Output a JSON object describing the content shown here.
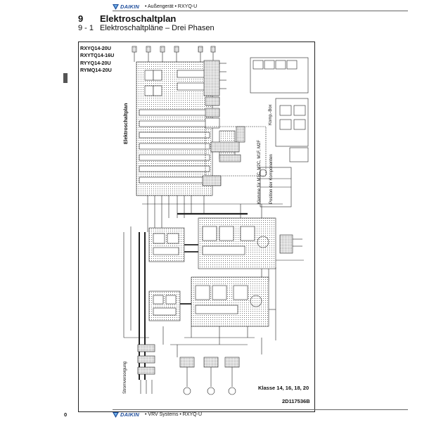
{
  "header": {
    "brand": "DAIKIN",
    "text": "• Außengerät • RXYQ-U"
  },
  "section": {
    "number": "9",
    "title": "Elektroschaltplan"
  },
  "subsection": {
    "number": "9 - 1",
    "title": "Elektroschaltpläne – Drei Phasen"
  },
  "models": [
    "RXYQ14-20U",
    "RXYTQ14-16U",
    "RYYQ14-20U",
    "RYMQ14-20U"
  ],
  "diagram_labels": {
    "main": "Elektroschaltplan",
    "unit_pos": "Komp.-Box",
    "klemme": "Klemme für M1C, M2C, M1F, M2F",
    "position": "Position der Komponenten",
    "power": "Stromversorgung"
  },
  "klasse": "Klasse 14, 16, 18, 20",
  "doc_number": "2D117536B",
  "footer": {
    "page": "0",
    "brand": "DAIKIN",
    "text": "• VRV Systems • RXYQ-U"
  },
  "colors": {
    "brand_blue": "#1f4e9c",
    "line": "#222222"
  }
}
